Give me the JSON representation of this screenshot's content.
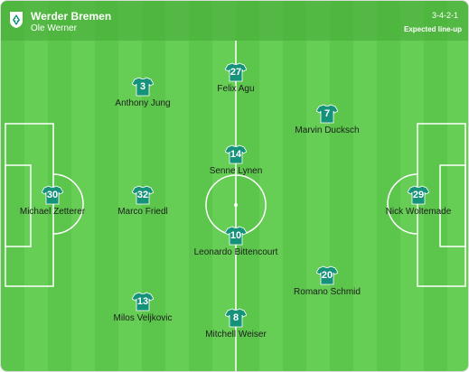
{
  "team": {
    "name": "Werder Bremen",
    "coach": "Ole Werner",
    "formation": "3-4-2-1",
    "lineup_status": "Expected line-up",
    "logo_icon": "werder-bremen-crest-icon",
    "kit_color": "#14927a"
  },
  "players": [
    {
      "number": "30",
      "name": "Michael Zetterer",
      "role": "goalkeeper"
    },
    {
      "number": "32",
      "name": "Marco Friedl"
    },
    {
      "number": "13",
      "name": "Milos Veljkovic"
    },
    {
      "number": "3",
      "name": "Anthony Jung"
    },
    {
      "number": "27",
      "name": "Felix Agu"
    },
    {
      "number": "14",
      "name": "Senne Lynen"
    },
    {
      "number": "10",
      "name": "Leonardo Bittencourt"
    },
    {
      "number": "8",
      "name": "Mitchell Weiser"
    },
    {
      "number": "7",
      "name": "Marvin Ducksch"
    },
    {
      "number": "20",
      "name": "Romano Schmid"
    },
    {
      "number": "29",
      "name": "Nick Woltemade"
    }
  ]
}
